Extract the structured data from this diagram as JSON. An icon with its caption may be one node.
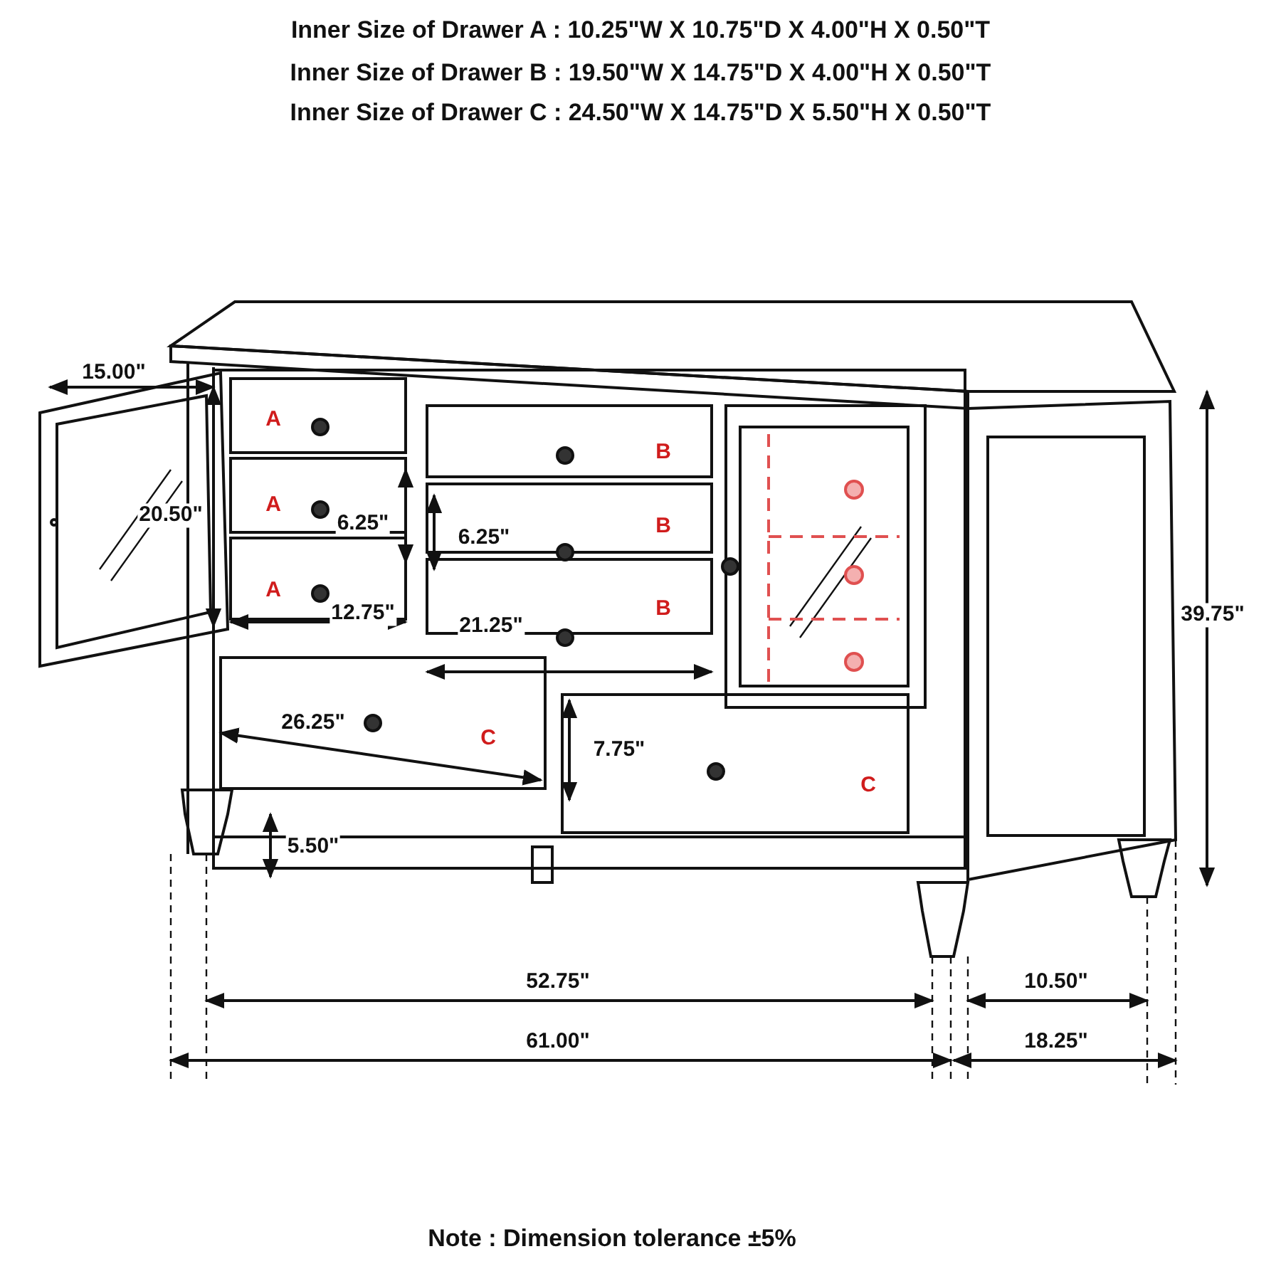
{
  "diagram": {
    "labels": [
      "Inner Size of Drawer A : 10.25\"W X 10.75\"D X 4.00\"H X 0.50\"T",
      "Inner Size of Drawer B : 19.50\"W X 14.75\"D X 4.00\"H X 0.50\"T",
      "Inner Size of Drawer C : 24.50\"W X 14.75\"D X 5.50\"H X 0.50\"T",
      "15.00\"",
      "A",
      "B",
      "20.50\"",
      "A",
      "6.25\"",
      "6.25\"",
      "B",
      "39.75\"",
      "A",
      "12.75\"",
      "21.25\"",
      "B",
      "26.25\"",
      "C",
      "7.75\"",
      "C",
      "5.50\"",
      "52.75\"",
      "10.50\"",
      "61.00\"",
      "18.25\"",
      "Note : Dimension tolerance ±5%"
    ]
  }
}
